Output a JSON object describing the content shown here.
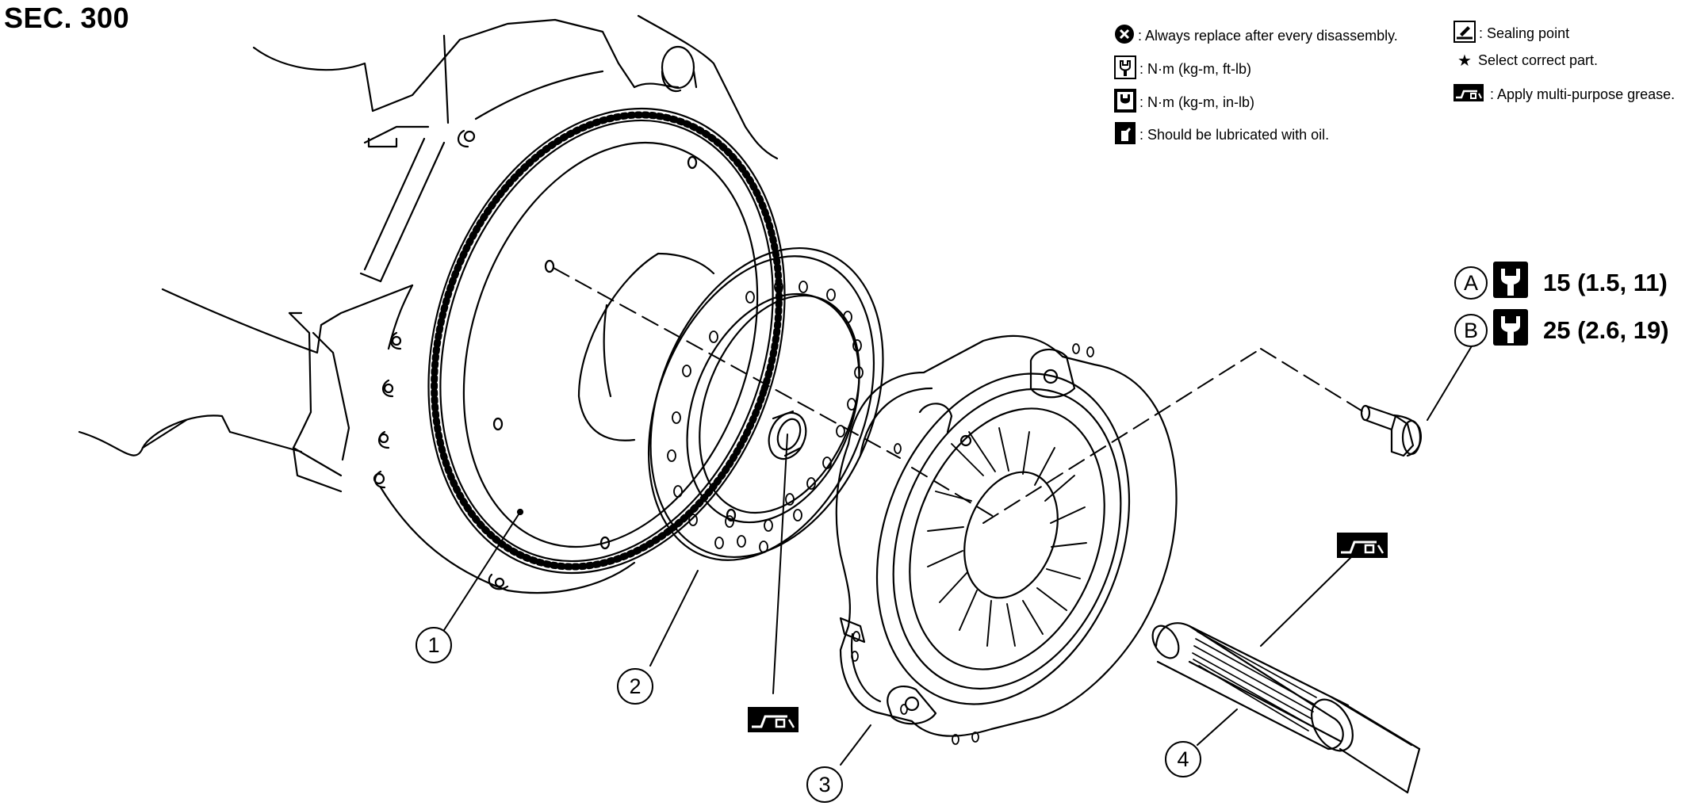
{
  "section_label": "SEC. 300",
  "legend": {
    "always_replace": ": Always replace after every disassembly.",
    "torque_ft_lb": ": N·m (kg-m, ft-lb)",
    "torque_in_lb": ": N·m (kg-m, in-lb)",
    "lubricate_oil": ": Should be lubricated with oil.",
    "sealing_point": ": Sealing point",
    "select_part": "Select correct part.",
    "apply_grease": ": Apply multi-purpose grease."
  },
  "torque_specs": [
    {
      "letter": "A",
      "value": "15 (1.5, 11)"
    },
    {
      "letter": "B",
      "value": "25 (2.6, 19)"
    }
  ],
  "callouts": [
    "1",
    "2",
    "3",
    "4"
  ],
  "icons": {
    "replace": "x-circle-icon",
    "torque": "torque-wrench-icon",
    "oil": "oil-can-icon",
    "seal": "sealing-point-icon",
    "star": "star-icon",
    "grease": "grease-icon"
  },
  "colors": {
    "ink": "#000000",
    "paper": "#ffffff"
  }
}
